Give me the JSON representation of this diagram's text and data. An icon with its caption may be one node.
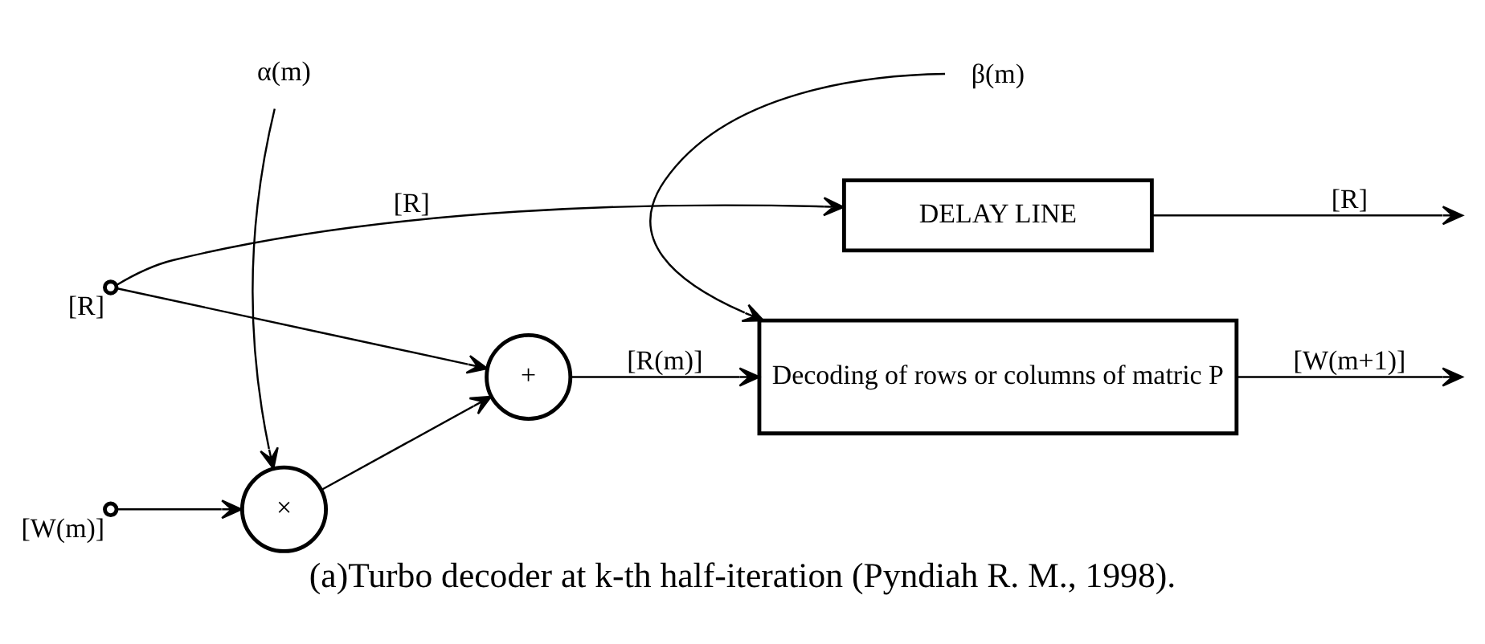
{
  "diagram": {
    "caption": "(a)Turbo decoder at k-th half-iteration (Pyndiah R. M., 1998).",
    "nodes": [
      {
        "text": [
          "α(m)"
        ]
      },
      {
        "text": [
          "β(m)"
        ]
      },
      {
        "text": [],
        "shape": "circle",
        "beside": [
          "[W(m)]"
        ]
      },
      {
        "text": [
          "×"
        ]
      },
      {
        "text": [
          "+"
        ]
      },
      {
        "text": [
          "Decoding of rows or columns of matric P"
        ]
      },
      {
        "text": [],
        "shape": "circle",
        "beside": [
          "[R]"
        ]
      },
      {
        "text": [
          "DELAY LINE"
        ]
      }
    ],
    "edges": [
      {
        "from": 0,
        "to": 3,
        "arrow": "to"
      },
      {
        "from": 2,
        "to": 3,
        "arrow": "to"
      },
      {
        "from": 3,
        "to": 4,
        "arrow": "to"
      },
      {
        "from": 4,
        "to": 5,
        "arrow": "to",
        "label": "[R(m)]"
      },
      {
        "from": 1,
        "to": 5,
        "arrow": "to"
      },
      {
        "from": 5,
        "to": null,
        "arrow": "to",
        "label": "[W(m+1)]"
      },
      {
        "from": 6,
        "to": 4,
        "arrow": "to"
      },
      {
        "from": 6,
        "to": 7,
        "arrow": "to",
        "label": "[R]"
      },
      {
        "from": 7,
        "to": null,
        "arrow": "to",
        "label": "[R]"
      }
    ]
  }
}
